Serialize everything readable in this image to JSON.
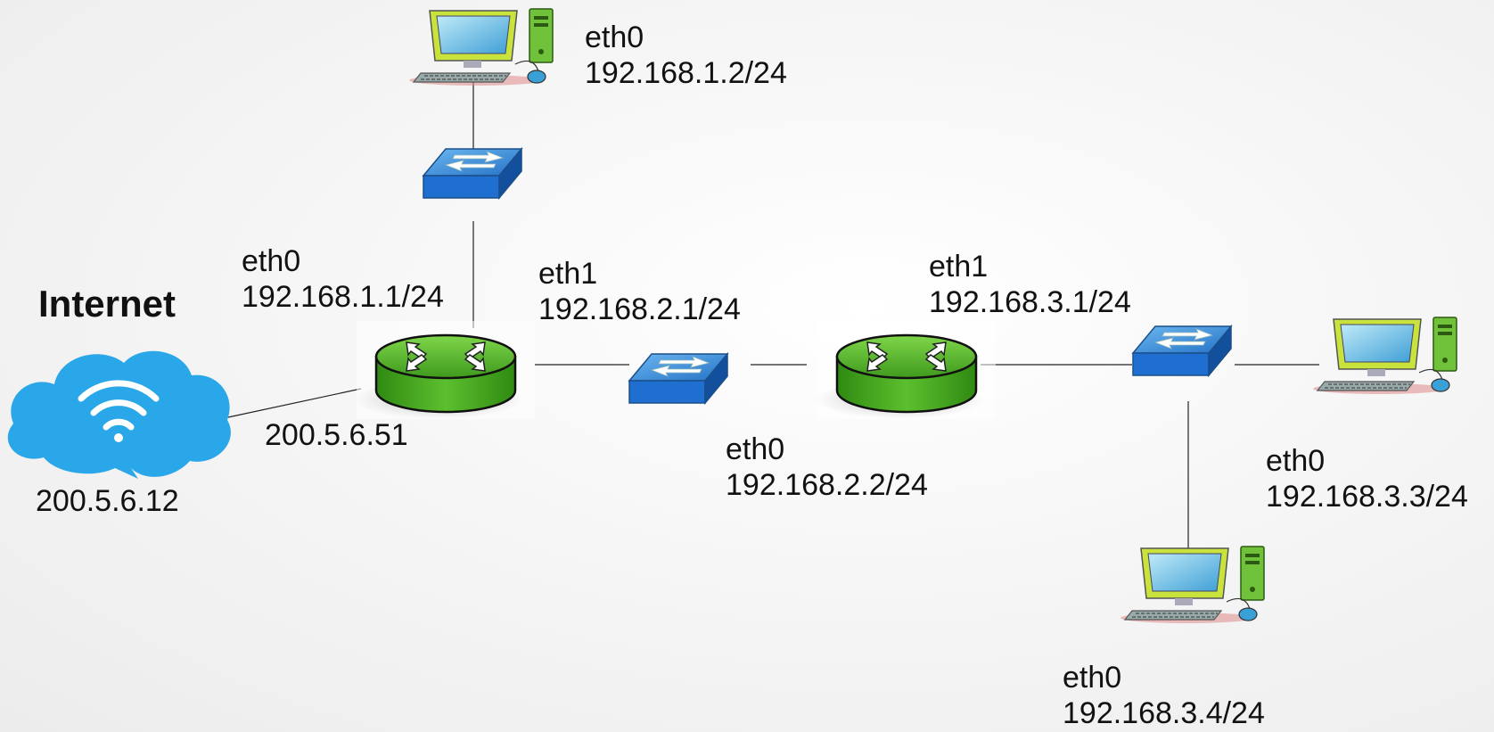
{
  "title": "Internet",
  "internet": {
    "ip": "200.5.6.12",
    "icon": "wifi-icon"
  },
  "router1": {
    "wan_ip": "200.5.6.51",
    "eth0": {
      "name": "eth0",
      "ip": "192.168.1.1/24"
    },
    "eth1": {
      "name": "eth1",
      "ip": "192.168.2.1/24"
    }
  },
  "router2": {
    "eth0": {
      "name": "eth0",
      "ip": "192.168.2.2/24"
    },
    "eth1": {
      "name": "eth1",
      "ip": "192.168.3.1/24"
    }
  },
  "hosts": {
    "top": {
      "name": "eth0",
      "ip": "192.168.1.2/24"
    },
    "right": {
      "name": "eth0",
      "ip": "192.168.3.3/24"
    },
    "bottom": {
      "name": "eth0",
      "ip": "192.168.3.4/24"
    }
  },
  "colors": {
    "router": "#55b82c",
    "switch": "#2a7fd4",
    "cloud": "#2aa7e8",
    "monitor": "#c6e03a",
    "tower": "#6bbf3a"
  }
}
